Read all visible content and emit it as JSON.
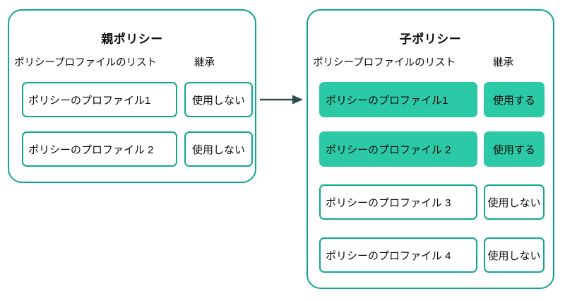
{
  "diagram": {
    "title_semantic": "policy-profile-inheritance",
    "colors": {
      "panel_border": "#0fa98a",
      "chip_border": "#0fa98a",
      "chip_filled_background": "#2bc9a5",
      "arrow": "#2d4f4a",
      "text": "#0b0b0b",
      "background": "#ffffff"
    }
  },
  "arrow": {
    "label": "",
    "direction": "right"
  },
  "parent_panel": {
    "title": "親ポリシー",
    "columns": {
      "profiles": "ポリシープロファイルのリスト",
      "inheritance": "継承"
    },
    "rows": [
      {
        "profile": "ポリシーのプロファイル1",
        "inheritance": "使用しない",
        "highlighted": false
      },
      {
        "profile": "ポリシーのプロファイル 2",
        "inheritance": "使用しない",
        "highlighted": false
      }
    ]
  },
  "child_panel": {
    "title": "子ポリシー",
    "columns": {
      "profiles": "ポリシープロファイルのリスト",
      "inheritance": "継承"
    },
    "rows": [
      {
        "profile": "ポリシーのプロファイル1",
        "inheritance": "使用する",
        "highlighted": true
      },
      {
        "profile": "ポリシーのプロファイル 2",
        "inheritance": "使用する",
        "highlighted": true
      },
      {
        "profile": "ポリシーのプロファイル 3",
        "inheritance": "使用しない",
        "highlighted": false
      },
      {
        "profile": "ポリシーのプロファイル 4",
        "inheritance": "使用しない",
        "highlighted": false
      }
    ]
  }
}
